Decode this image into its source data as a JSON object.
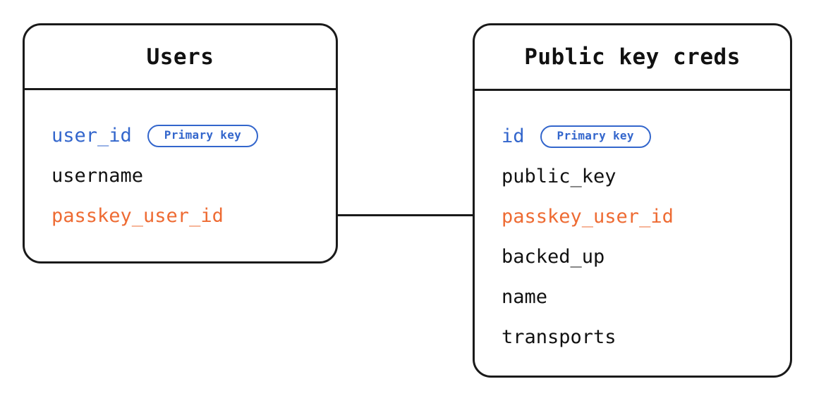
{
  "diagram": {
    "type": "entity-relationship-diagram",
    "background_color": "#ffffff",
    "colors": {
      "border": "#1a1a1a",
      "text": "#111111",
      "primary_key": "#3366CC",
      "foreign_key": "#EE6B33",
      "badge_border": "#3366CC"
    },
    "entities": [
      {
        "id": "users",
        "title": "Users",
        "fields": [
          {
            "name": "user_id",
            "style": "key",
            "badge": "Primary key"
          },
          {
            "name": "username",
            "style": "normal",
            "badge": null
          },
          {
            "name": "passkey_user_id",
            "style": "fk",
            "badge": null
          }
        ]
      },
      {
        "id": "public_key_creds",
        "title": "Public key creds",
        "fields": [
          {
            "name": "id",
            "style": "key",
            "badge": "Primary key"
          },
          {
            "name": "public_key",
            "style": "normal",
            "badge": null
          },
          {
            "name": "passkey_user_id",
            "style": "fk",
            "badge": null
          },
          {
            "name": "backed_up",
            "style": "normal",
            "badge": null
          },
          {
            "name": "name",
            "style": "normal",
            "badge": null
          },
          {
            "name": "transports",
            "style": "normal",
            "badge": null
          }
        ]
      }
    ],
    "relationships": [
      {
        "id": "users-to-public-key-creds",
        "from_entity": "Users",
        "from_field": "passkey_user_id",
        "to_entity": "Public key creds",
        "to_field": "passkey_user_id",
        "line_style": "solid"
      }
    ]
  }
}
